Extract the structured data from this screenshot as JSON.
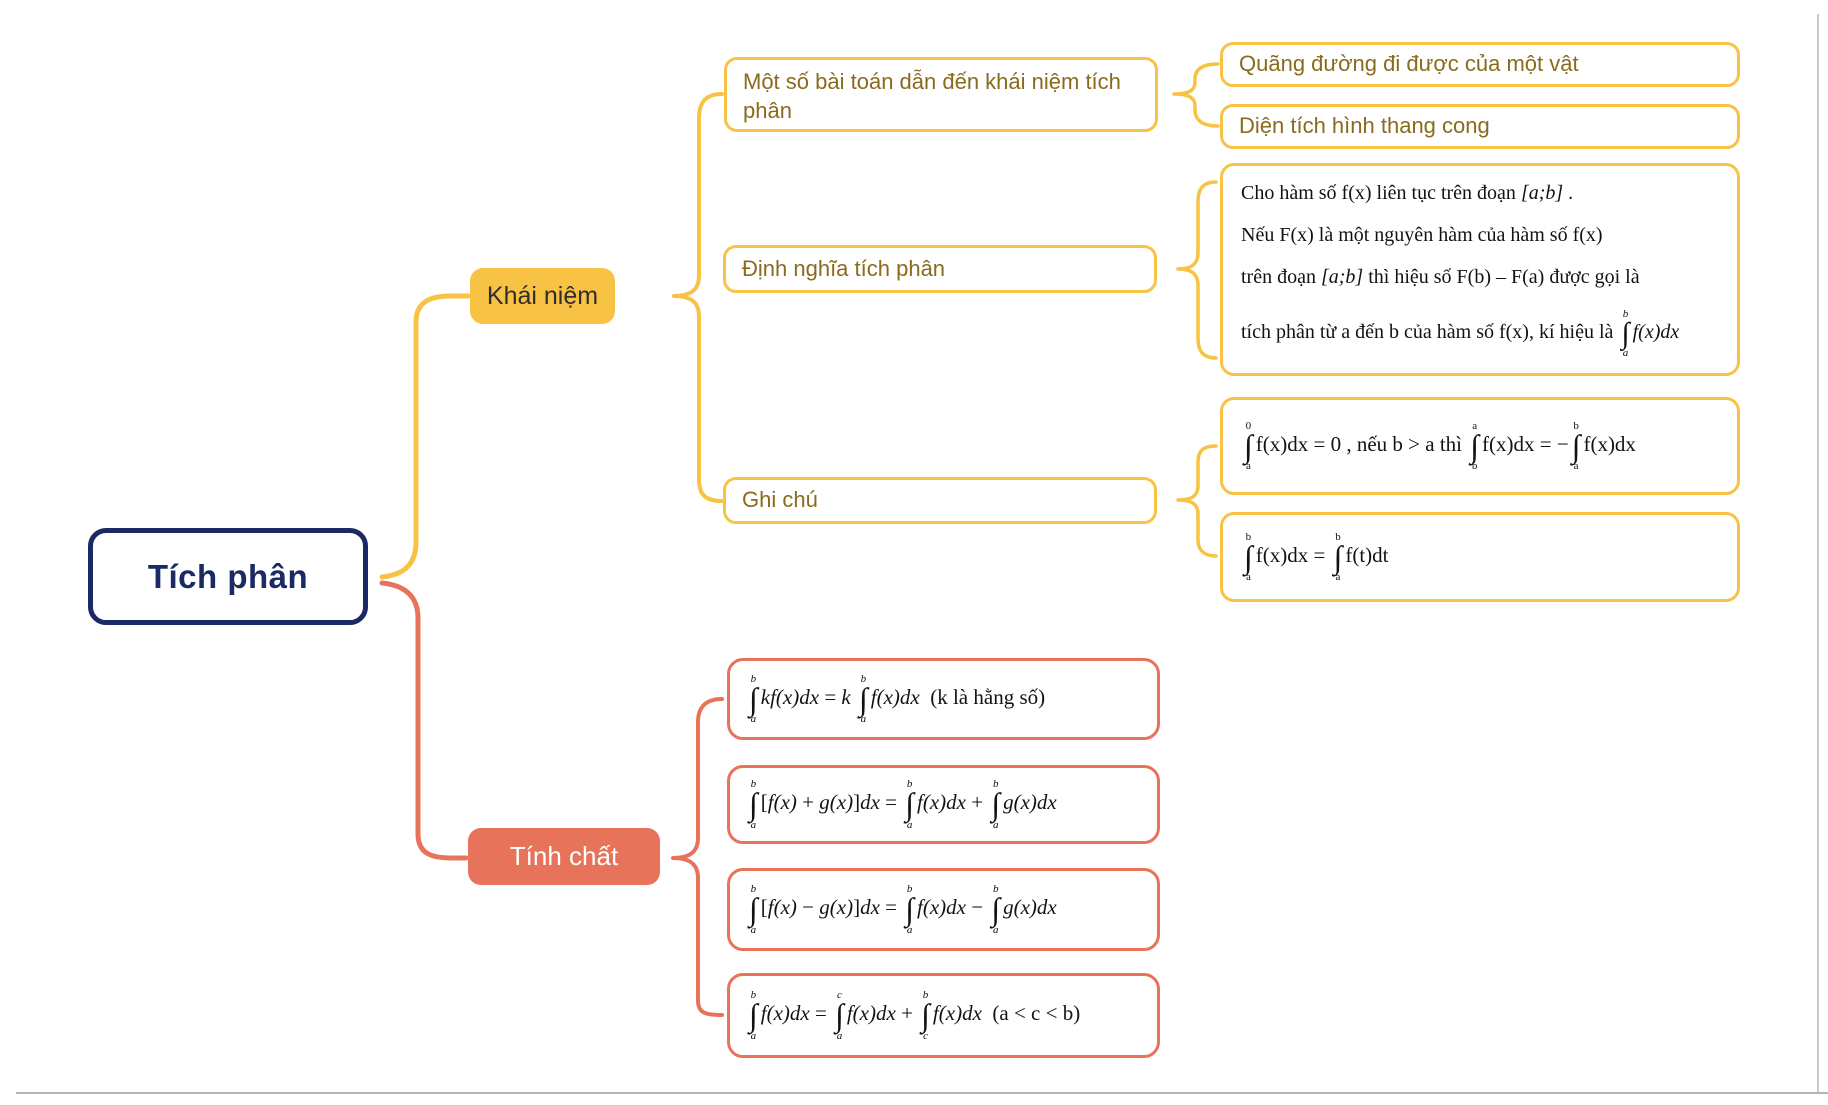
{
  "colors": {
    "yellow": "#F8C344",
    "salmon": "#E7735B",
    "navy": "#1B2A64",
    "olive": "#8A6B1C"
  },
  "root": {
    "label": "Tích phân"
  },
  "khai_niem": {
    "label": "Khái niệm",
    "mot_so": {
      "label": "Một số bài toán dẫn đến khái niệm tích phân",
      "quang_duong": {
        "label": "Quãng đường đi được của một vật"
      },
      "dien_tich": {
        "label": "Diện tích hình thang cong"
      }
    },
    "dinh_nghia": {
      "label": "Định nghĩa tích phân",
      "lines": [
        "Cho hàm số f(x) liên tục trên đoạn _[a;b]_ .",
        "Nếu F(x) là một nguyên hàm của hàm số f(x)",
        "trên đoạn _[a;b]_ thì hiệu số F(b) – F(a) được gọi là",
        "tích phân từ a đến b của hàm số f(x), kí hiệu là ∫{b}{a}_f(x)dx_"
      ]
    },
    "ghi_chu": {
      "label": "Ghi chú",
      "notes": [
        "∫{0}{a}f(x)dx = 0 , nếu b > a thì ∫{a}{b}f(x)dx = −∫{b}{a}f(x)dx",
        "∫{b}{a}f(x)dx = ∫{b}{a}f(t)dt"
      ]
    }
  },
  "tinh_chat": {
    "label": "Tính chất",
    "formulas": [
      "∫{b}{a}_kf(x)dx_ = _k_ ∫{b}{a}_f(x)dx_  (k là hằng số)",
      "∫{b}{a}[_f(x)_ + _g(x)_]_dx_ = ∫{b}{a}_f(x)dx_ + ∫{b}{a}_g(x)dx_",
      "∫{b}{a}[_f(x)_ − _g(x)_]_dx_ = ∫{b}{a}_f(x)dx_ − ∫{b}{a}_g(x)dx_",
      "∫{b}{a}_f(x)dx_ = ∫{c}{a}_f(x)dx_ + ∫{b}{c}_f(x)dx_  (a < c < b)"
    ]
  }
}
